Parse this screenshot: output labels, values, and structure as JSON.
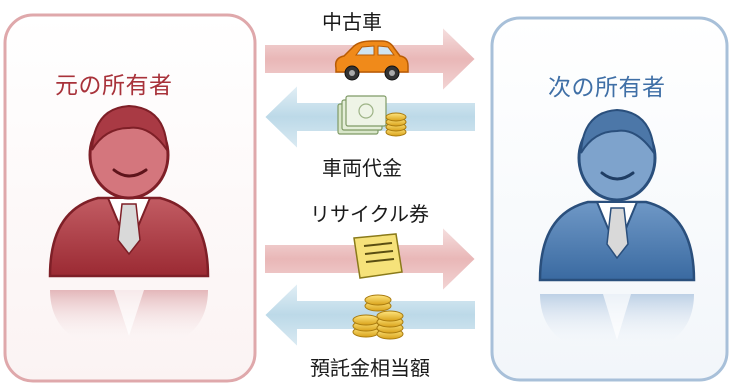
{
  "seller": {
    "title": "元の所有者",
    "color": "#a8323a"
  },
  "buyer": {
    "title": "次の所有者",
    "color": "#3f6fa6"
  },
  "flows": [
    {
      "label": "中古車",
      "direction": "to-buyer",
      "icon": "car-icon"
    },
    {
      "label": "車両代金",
      "direction": "to-seller",
      "icon": "money-icon"
    },
    {
      "label": "リサイクル券",
      "direction": "to-buyer",
      "icon": "ticket-icon"
    },
    {
      "label": "預託金相当額",
      "direction": "to-seller",
      "icon": "coins-icon"
    }
  ]
}
